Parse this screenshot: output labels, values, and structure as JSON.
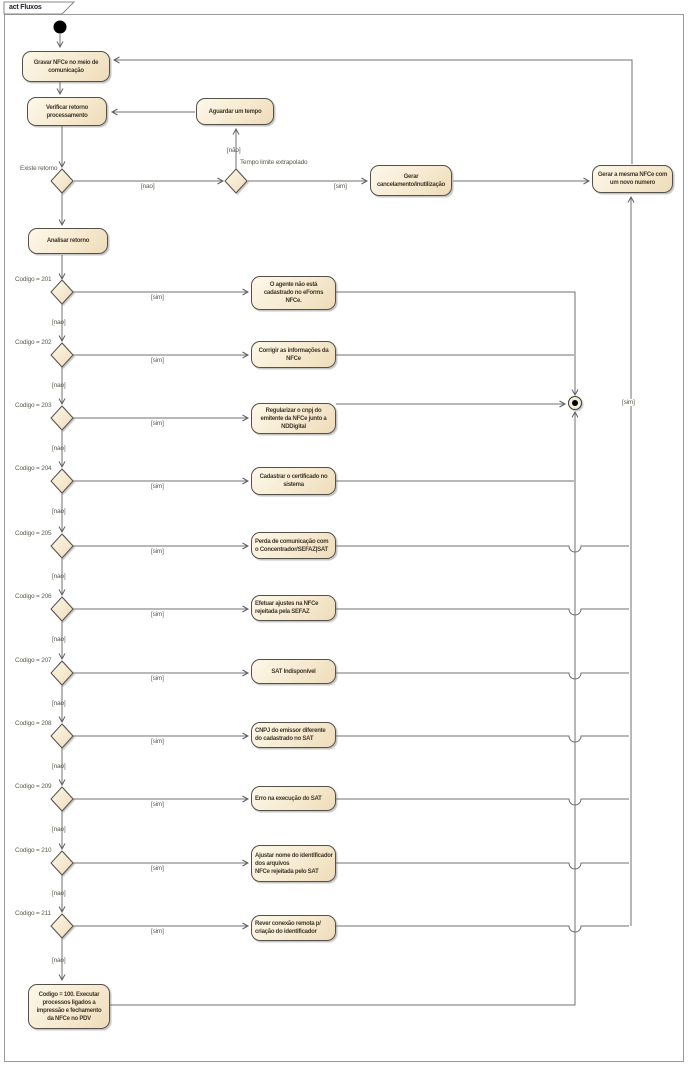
{
  "frame": {
    "title": "act Fluxos"
  },
  "labels": {
    "sim": "[sim]",
    "nao": "[nao]",
    "nao_accent": "[não]"
  },
  "guards": {
    "existe_retorno": "Existe retorno",
    "tempo_limite": "Tempo limite extrapolado"
  },
  "activities": {
    "gravar": "Gravar NFCe no meio de\ncomunicação",
    "verificar": "Verificar retorno\nprocessamento",
    "aguardar": "Aguardar um tempo",
    "gerar_cancelamento": "Gerar\ncancelamento/inutilização",
    "gerar_mesma": "Gerar a mesma NFCe com\num novo numero",
    "analisar": "Analisar retorno",
    "codigo_100": "Codigo = 100. Executar\nprocessos ligados a\nimpressão e fechamento\nda NFCe no PDV"
  },
  "decisions": [
    {
      "code": "Codigo = 201",
      "action": "O agente não está\ncadastrado no eForms\nNFCe."
    },
    {
      "code": "Codigo = 202",
      "action": "Corrigir as informações da\nNFCe"
    },
    {
      "code": "Codigo = 203",
      "action": "Regularizar o cnpj do\nemitente da NFCe junto a\nNDDigital"
    },
    {
      "code": "Codigo = 204",
      "action": "Cadastrar o certificado no\nsistema"
    },
    {
      "code": "Codigo = 205",
      "action": "Perda de comunicação com\no Concentrador/SEFAZ|SAT"
    },
    {
      "code": "Codigo = 206",
      "action": "Efetuar ajustes na NFCe\nrejeitada pela SEFAZ"
    },
    {
      "code": "Codigo = 207",
      "action": "SAT Indisponível"
    },
    {
      "code": "Codigo = 208",
      "action": "CNPJ do emissor diferente\ndo cadastrado no SAT"
    },
    {
      "code": "Codigo = 209",
      "action": "Erro na execução do SAT"
    },
    {
      "code": "Codigo = 210",
      "action": "Ajustar nome do identificador\ndos arquivos\nNFCe rejeitada pelo SAT"
    },
    {
      "code": "Codigo = 211",
      "action": "Rever conexão remota p/\ncriação do identificador"
    }
  ]
}
